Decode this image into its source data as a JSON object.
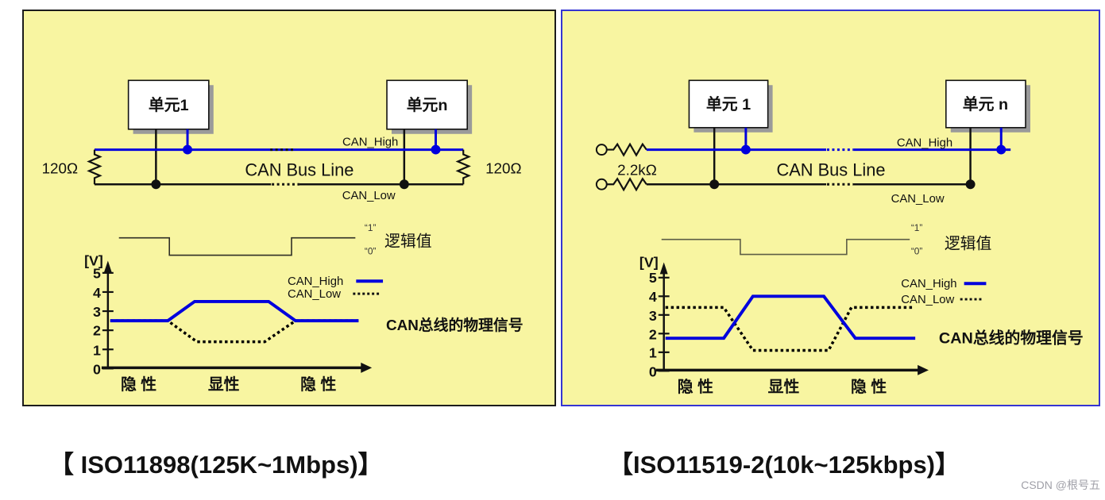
{
  "colors": {
    "panel_bg": "#f8f5a1",
    "accent_blue": "#0000dd",
    "left_panel_border": "#1c1c1c",
    "right_panel_border": "#3535d2",
    "box_shadow_gray": "#9a9a9a",
    "watermark_gray": "#a0a0a8"
  },
  "watermark": "CSDN @根号五",
  "panels": [
    {
      "caption": "【 ISO11898(125K~1Mbps)】",
      "units": [
        "单元1",
        "单元n"
      ],
      "terminators": {
        "left": "120Ω",
        "right": "120Ω"
      },
      "bus": {
        "title": "CAN Bus Line",
        "high_label": "CAN_High",
        "low_label": "CAN_Low"
      },
      "logic": {
        "label": "逻辑值",
        "high": "“1”",
        "low": "“0”"
      },
      "legend": {
        "high": "CAN_High",
        "low": "CAN_Low"
      },
      "chart_data": {
        "type": "line",
        "title": "CAN总线的物理信号",
        "ylabel": "[V]",
        "ylim": [
          0,
          5
        ],
        "yticks": [
          0,
          1,
          2,
          3,
          4,
          5
        ],
        "x_categories": [
          "隐 性",
          "显性",
          "隐 性"
        ],
        "series": [
          {
            "name": "CAN_High",
            "style": "solid",
            "color": "#0000dd",
            "recessive_v": 2.5,
            "dominant_v": 3.5
          },
          {
            "name": "CAN_Low",
            "style": "dotted",
            "color": "#000000",
            "recessive_v": 2.5,
            "dominant_v": 1.4
          }
        ],
        "annotation": "CAN总线的物理信号"
      }
    },
    {
      "caption": "【ISO11519-2(10k~125kbps)】",
      "units": [
        "单元 1",
        "单元 n"
      ],
      "terminators": {
        "left": "2.2kΩ"
      },
      "bus": {
        "title": "CAN Bus Line",
        "high_label": "CAN_High",
        "low_label": "CAN_Low"
      },
      "logic": {
        "label": "逻辑值",
        "high": "“1”",
        "low": "“0”"
      },
      "legend": {
        "high": "CAN_High",
        "low": "CAN_Low"
      },
      "chart_data": {
        "type": "line",
        "title": "CAN总线的物理信号",
        "ylabel": "[V]",
        "ylim": [
          0,
          5
        ],
        "yticks": [
          0,
          1,
          2,
          3,
          4,
          5
        ],
        "x_categories": [
          "隐 性",
          "显性",
          "隐 性"
        ],
        "series": [
          {
            "name": "CAN_High",
            "style": "solid",
            "color": "#0000dd",
            "recessive_v": 1.75,
            "dominant_v": 4.0
          },
          {
            "name": "CAN_Low",
            "style": "dotted",
            "color": "#000000",
            "recessive_v": 3.4,
            "dominant_v": 1.1
          }
        ],
        "annotation": "CAN总线的物理信号"
      }
    }
  ]
}
